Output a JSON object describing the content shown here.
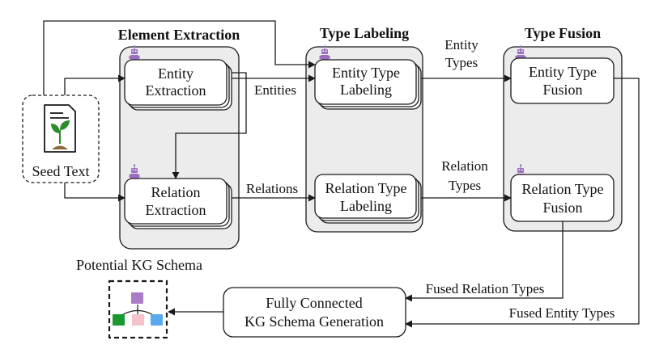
{
  "stages": {
    "element_extraction": "Element Extraction",
    "type_labeling": "Type Labeling",
    "type_fusion": "Type Fusion"
  },
  "boxes": {
    "entity_extraction": [
      "Entity",
      "Extraction"
    ],
    "relation_extraction": [
      "Relation",
      "Extraction"
    ],
    "entity_type_labeling": [
      "Entity Type",
      "Labeling"
    ],
    "relation_type_labeling": [
      "Relation Type",
      "Labeling"
    ],
    "entity_type_fusion": [
      "Entity Type",
      "Fusion"
    ],
    "relation_type_fusion": [
      "Relation Type",
      "Fusion"
    ],
    "schema_generation": [
      "Fully Connected",
      "KG Schema Generation"
    ]
  },
  "seed": {
    "label": "Seed Text"
  },
  "edges": {
    "entities": "Entities",
    "relations": "Relations",
    "entity_types": [
      "Entity",
      "Types"
    ],
    "relation_types": [
      "Relation",
      "Types"
    ],
    "fused_relation_types": "Fused Relation Types",
    "fused_entity_types": "Fused Entity Types"
  },
  "output": {
    "label": "Potential KG Schema"
  },
  "colors": {
    "panel": "#ececec",
    "agent": "#9b6fc0",
    "node_top": "#a97cc6",
    "node_left": "#1a9a2e",
    "node_mid": "#f4c2c8",
    "node_right": "#5aa8f0",
    "plant": "#2d8a2d"
  },
  "icons": [
    "robot-agent-icon",
    "document-sprout-icon",
    "schema-tree-icon"
  ]
}
